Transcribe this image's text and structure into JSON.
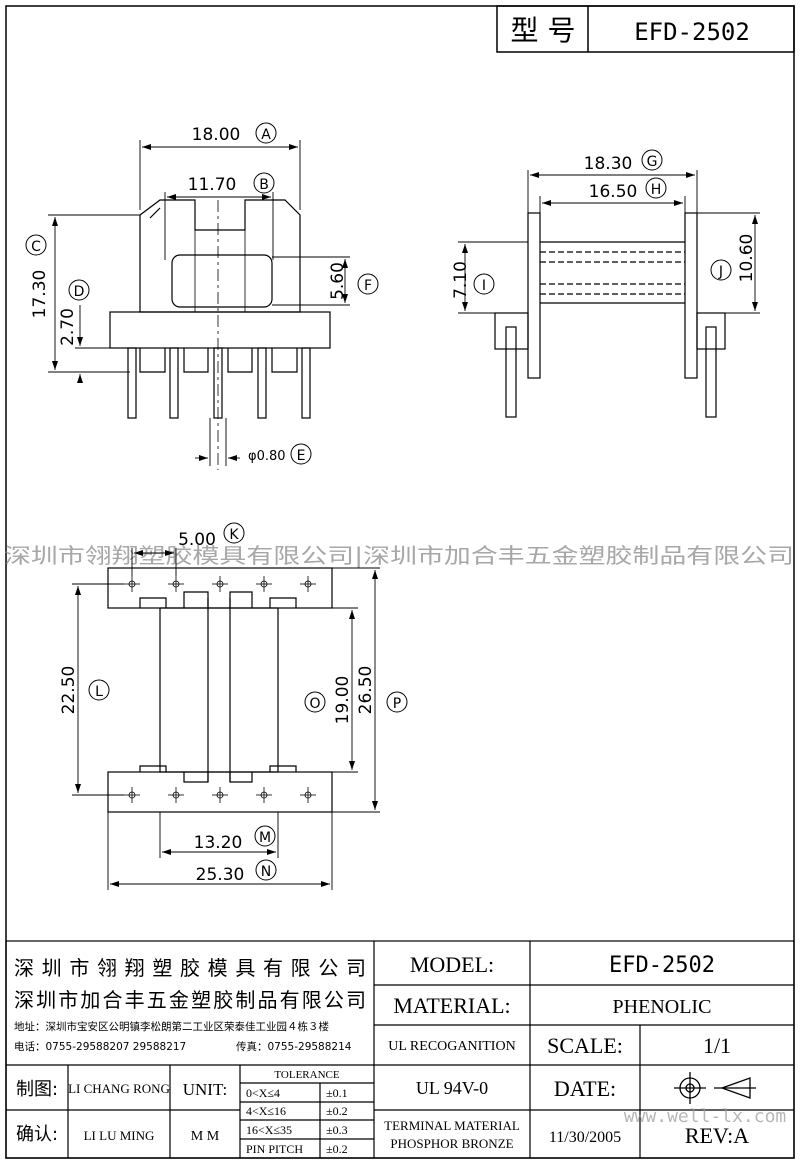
{
  "header": {
    "model_label": "型 号",
    "model_value": "EFD-2502"
  },
  "dimensions": {
    "A": {
      "letter": "A",
      "value": "18.00"
    },
    "B": {
      "letter": "B",
      "value": "11.70"
    },
    "C": {
      "letter": "C",
      "value": "17.30"
    },
    "D": {
      "letter": "D",
      "value": "2.70"
    },
    "E": {
      "letter": "E",
      "value": "φ0.80"
    },
    "F": {
      "letter": "F",
      "value": "5.60"
    },
    "G": {
      "letter": "G",
      "value": "18.30"
    },
    "H": {
      "letter": "H",
      "value": "16.50"
    },
    "I": {
      "letter": "I",
      "value": "7.10"
    },
    "J": {
      "letter": "J",
      "value": "10.60"
    },
    "K": {
      "letter": "K",
      "value": "5.00"
    },
    "L": {
      "letter": "L",
      "value": "22.50"
    },
    "M": {
      "letter": "M",
      "value": "13.20"
    },
    "N": {
      "letter": "N",
      "value": "25.30"
    },
    "O": {
      "letter": "O",
      "value": "19.00"
    },
    "P": {
      "letter": "P",
      "value": "26.50"
    }
  },
  "watermark": {
    "company_line": "深圳市翎翔塑胶模具有限公司|深圳市加合丰五金塑胶制品有限公司",
    "website": "www.well-lx.com"
  },
  "title_block": {
    "company1": "深圳市翎翔塑胶模具有限公司",
    "company2": "深圳市加合丰五金塑胶制品有限公司",
    "address": "地址：深圳市宝安区公明镇李松朗第二工业区荣泰佳工业园４栋３楼",
    "phone": "电话：0755-29588207  29588217",
    "fax": "传真：0755-29588214",
    "model_label": "MODEL:",
    "model_value": "EFD-2502",
    "material_label": "MATERIAL:",
    "material_value": "PHENOLIC",
    "ul_label": "UL RECOGANITION",
    "ul_value": "UL 94V-0",
    "scale_label": "SCALE:",
    "scale_value": "1/1",
    "date_label": "DATE:",
    "date_value": "11/30/2005",
    "rev_label": "REV:A",
    "terminal_line1": "TERMINAL MATERIAL",
    "terminal_line2": "PHOSPHOR  BRONZE",
    "drawn_label": "制图:",
    "drawn_value": "LI CHANG RONG",
    "checked_label": "确认:",
    "checked_value": "LI LU MING",
    "unit_label": "UNIT:",
    "unit_value": "M M",
    "tolerance_title": "TOLERANCE",
    "tolerances": [
      {
        "range": "0<X≤4",
        "value": "±0.1"
      },
      {
        "range": "4<X≤16",
        "value": "±0.2"
      },
      {
        "range": "16<X≤35",
        "value": "±0.3"
      },
      {
        "range": "PIN PITCH",
        "value": "±0.2"
      }
    ]
  }
}
